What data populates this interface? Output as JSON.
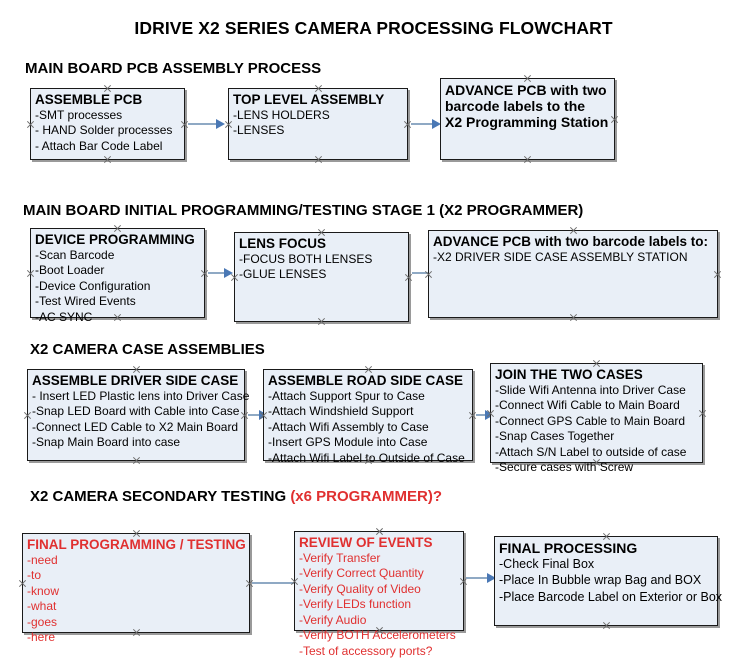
{
  "title": "IDRIVE X2  SERIES CAMERA PROCESSING FLOWCHART",
  "colors": {
    "node_fill": "#e9eff7",
    "node_border": "#1a1a1a",
    "connector_line": "#8fa9c4",
    "connector_head": "#4a78b5",
    "red_text": "#e03030",
    "black_text": "#000000"
  },
  "sections": [
    {
      "header": "MAIN BOARD PCB ASSEMBLY PROCESS",
      "header_red": "",
      "nodes": [
        {
          "title": "ASSEMBLE PCB",
          "lines": [
            "-SMT processes",
            "- HAND Solder processes",
            "- Attach Bar Code Label"
          ]
        },
        {
          "title": "TOP LEVEL ASSEMBLY",
          "lines": [
            "-LENS HOLDERS",
            "-LENSES"
          ]
        },
        {
          "title": "ADVANCE PCB with two",
          "lines": [
            "barcode labels to the",
            " X2 Programming Station"
          ]
        }
      ]
    },
    {
      "header": "MAIN BOARD INITIAL PROGRAMMING/TESTING STAGE 1 (X2 PROGRAMMER)",
      "header_red": "",
      "nodes": [
        {
          "title": "DEVICE PROGRAMMING",
          "lines": [
            "-Scan Barcode",
            "-Boot Loader",
            "-Device Configuration",
            "-Test Wired Events",
            "-AC SYNC"
          ]
        },
        {
          "title": "LENS FOCUS",
          "lines": [
            "-FOCUS BOTH LENSES",
            "-GLUE LENSES"
          ]
        },
        {
          "title": "ADVANCE PCB with two barcode labels to:",
          "lines": [
            "-X2 DRIVER  SIDE  CASE  ASSEMBLY STATION"
          ]
        }
      ]
    },
    {
      "header": "X2 CAMERA CASE ASSEMBLIES",
      "header_red": "",
      "nodes": [
        {
          "title": "ASSEMBLE DRIVER SIDE CASE",
          "lines": [
            "- Insert LED Plastic lens into Driver Case",
            "-Snap LED Board with Cable into Case",
            "-Connect LED Cable to X2 Main Board",
            "-Snap Main Board into case"
          ]
        },
        {
          "title": "ASSEMBLE ROAD SIDE CASE",
          "lines": [
            "-Attach Support Spur to Case",
            "-Attach Windshield Support",
            "-Attach Wifi Assembly to Case",
            "-Insert GPS Module into Case",
            "-Attach Wifi Label to Outside of Case"
          ]
        },
        {
          "title": "JOIN THE TWO CASES",
          "lines": [
            "-Slide Wifi Antenna into Driver Case",
            "-Connect Wifi Cable to Main Board",
            "-Connect GPS Cable to Main Board",
            "-Snap Cases Together",
            "-Attach S/N Label to outside of case",
            "-Secure cases with Screw"
          ]
        }
      ]
    },
    {
      "header": "X2 CAMERA SECONDARY TESTING ",
      "header_red": "(x6 PROGRAMMER)?",
      "nodes": [
        {
          "title": "FINAL PROGRAMMING / TESTING",
          "lines": [
            "-need",
            "-to",
            "-know",
            "-what",
            "-goes",
            "-here"
          ]
        },
        {
          "title": "REVIEW OF EVENTS",
          "lines": [
            "-Verify Transfer",
            "-Verify Correct Quantity",
            "-Verify Quality of Video",
            "-Verify LEDs function",
            "-Verify Audio",
            "-Verify BOTH Accelerometers",
            "-Test of accessory ports?"
          ]
        },
        {
          "title": "FINAL PROCESSING",
          "lines": [
            " -Check Final Box",
            "-Place In Bubble wrap Bag and BOX",
            "-Place Barcode Label on Exterior or Box"
          ]
        }
      ]
    }
  ]
}
